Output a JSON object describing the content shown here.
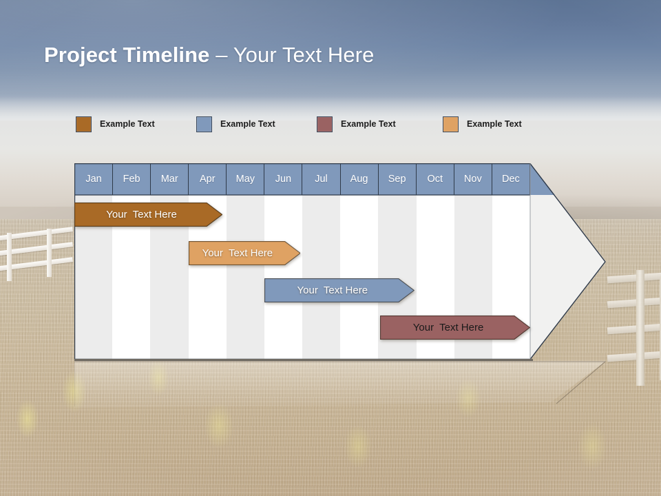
{
  "slide": {
    "title_strong": "Project Timeline",
    "title_light": " – Your Text Here"
  },
  "legend": {
    "items": [
      {
        "label": "Example Text",
        "color": "#a96a26",
        "icon": "legend-swatch-brown"
      },
      {
        "label": "Example Text",
        "color": "#8099bb",
        "icon": "legend-swatch-blue"
      },
      {
        "label": "Example Text",
        "color": "#9a6262",
        "icon": "legend-swatch-maroon"
      },
      {
        "label": "Example Text",
        "color": "#dfa263",
        "icon": "legend-swatch-tan"
      }
    ]
  },
  "chart_data": {
    "type": "bar",
    "title": "Project Timeline – Your Text Here",
    "xlabel": "",
    "ylabel": "",
    "grid": true,
    "legend_position": "top",
    "categories": [
      "Jan",
      "Feb",
      "Mar",
      "Apr",
      "May",
      "Jun",
      "Jul",
      "Aug",
      "Sep",
      "Oct",
      "Nov",
      "Dec"
    ],
    "column_shading": [
      "gray",
      "white",
      "gray",
      "white",
      "gray",
      "white",
      "gray",
      "white",
      "gray",
      "white",
      "gray",
      "white"
    ],
    "header_color": "#8099bb",
    "body_color": "#f1f1f0",
    "series": [
      {
        "name": "Example Text",
        "label": "Your  Text Here",
        "color": "#a96a26",
        "text_color": "#ffffff",
        "start_month": "Jan",
        "end_month": "Apr",
        "start_frac": 0.0,
        "end_frac": 3.9,
        "row": 1
      },
      {
        "name": "Example Text",
        "label": "Your  Text Here",
        "color": "#dfa263",
        "text_color": "#ffffff",
        "start_month": "Apr",
        "end_month": "Jun",
        "start_frac": 3.0,
        "end_frac": 5.95,
        "row": 2
      },
      {
        "name": "Example Text",
        "label": "Your  Text Here",
        "color": "#8099bb",
        "text_color": "#ffffff",
        "start_month": "Jun",
        "end_month": "Sep",
        "start_frac": 5.0,
        "end_frac": 8.95,
        "row": 3
      },
      {
        "name": "Example Text",
        "label": "Your  Text Here",
        "color": "#9a6262",
        "text_color": "#1a1a1a",
        "start_month": "Sep",
        "end_month": "Dec",
        "start_frac": 8.05,
        "end_frac": 12.0,
        "row": 4
      }
    ]
  }
}
